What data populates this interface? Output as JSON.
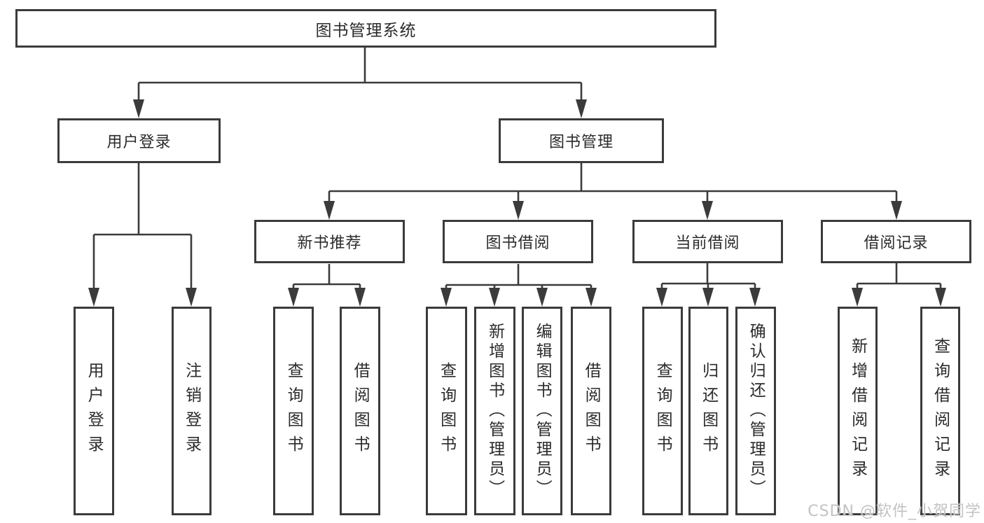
{
  "diagram": {
    "title": "图书管理系统",
    "user_login": {
      "label": "用户登录",
      "children": [
        "用户登录",
        "注销登录"
      ]
    },
    "book_mgmt": {
      "label": "图书管理",
      "sections": [
        {
          "label": "新书推荐",
          "children": [
            "查询图书",
            "借阅图书"
          ]
        },
        {
          "label": "图书借阅",
          "children": [
            "查询图书",
            "新增图书（管理员）",
            "编辑图书（管理员）",
            "借阅图书"
          ]
        },
        {
          "label": "当前借阅",
          "children": [
            "查询图书",
            "归还图书",
            "确认归还（管理员）"
          ]
        },
        {
          "label": "借阅记录",
          "children": [
            "新增借阅记录",
            "查询借阅记录"
          ]
        }
      ]
    },
    "watermark": "CSDN @软件_小贺同学",
    "colors": {
      "line": "#3b3b3b",
      "box_border": "#3b3b3b",
      "text": "#2b2b2b",
      "background": "#ffffff",
      "watermark": "#c3c3c3"
    }
  }
}
